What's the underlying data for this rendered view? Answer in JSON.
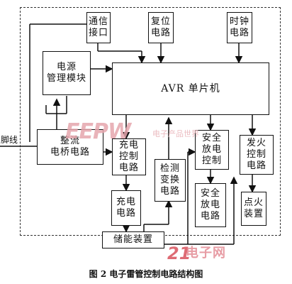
{
  "blocks": {
    "comm": "通信\n接口",
    "reset": "复位\n电路",
    "clock": "时钟\n电路",
    "power_mgmt": "电源\n管理模块",
    "mcu": "AVR 单片机",
    "rectifier": "整流\n电桥电路",
    "charge_ctrl": "充电\n控制\n电路",
    "detect": "检测\n变换\n电路",
    "safe_ctrl": "安全\n放电\n控制",
    "fire_ctrl": "发火\n控制\n电路",
    "charge_circuit": "充电\n电路",
    "safe_circuit": "安全\n放电\n电路",
    "ignition": "点火\n装置",
    "storage": "储能装置"
  },
  "left_label": "脚线",
  "caption": "图 2  电子雷管控制电路结构图",
  "watermark": {
    "brand": "EEPW",
    "brand_sub": "电子产品世界",
    "site_num": "21",
    "site_text": "电子网"
  },
  "colors": {
    "line": "#111111",
    "watermark_pink": "#e6a6ad",
    "watermark_red": "#d33a46"
  }
}
